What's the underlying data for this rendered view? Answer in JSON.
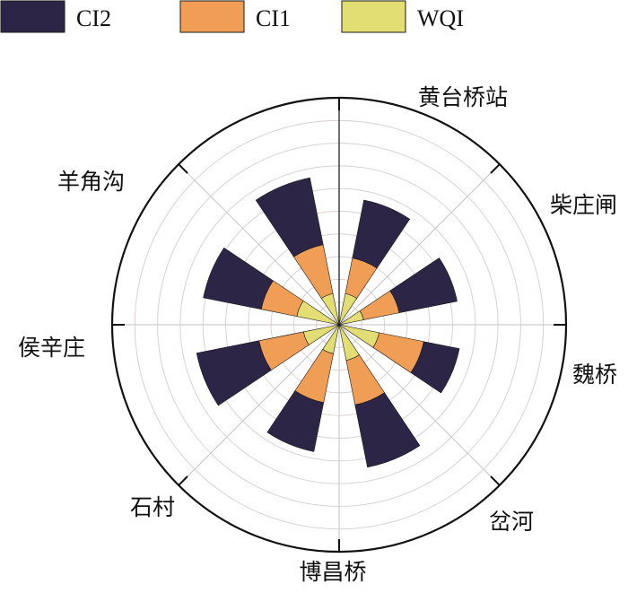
{
  "chart_data": {
    "type": "bar",
    "polar": true,
    "stacked": true,
    "title": "",
    "grid": true,
    "legend_position": "top-left",
    "categories": [
      "黄台桥站",
      "柴庄闸",
      "魏桥",
      "岔河",
      "博昌桥",
      "石村",
      "侯辛庄",
      "羊角沟"
    ],
    "series": [
      {
        "name": "CI2",
        "color": "#2c2546",
        "values": [
          0.26,
          0.26,
          0.16,
          0.28,
          0.22,
          0.28,
          0.26,
          0.3
        ]
      },
      {
        "name": "CI1",
        "color": "#f09d55",
        "values": [
          0.16,
          0.16,
          0.2,
          0.2,
          0.22,
          0.2,
          0.16,
          0.22
        ]
      },
      {
        "name": "WQI",
        "color": "#e3de73",
        "values": [
          0.14,
          0.11,
          0.18,
          0.16,
          0.13,
          0.16,
          0.19,
          0.14
        ]
      }
    ],
    "rlim": [
      0,
      1
    ],
    "r_gridlines": [
      0.1,
      0.2,
      0.3,
      0.4,
      0.5,
      0.6,
      0.7,
      0.8,
      0.9
    ]
  }
}
